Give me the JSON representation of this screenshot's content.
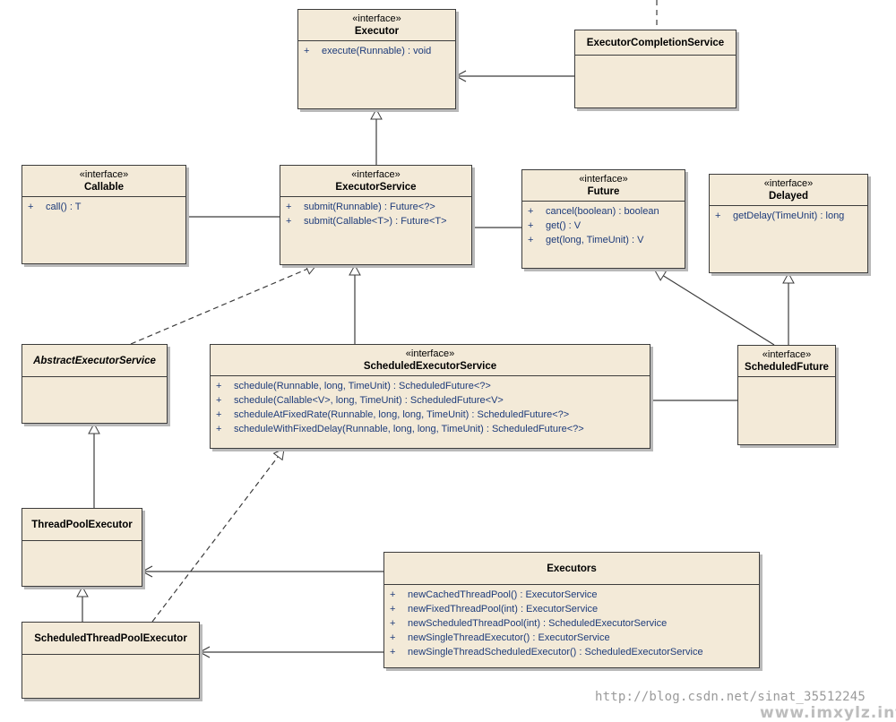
{
  "classes": {
    "executor": {
      "stereotype": "«interface»",
      "name": "Executor",
      "ops": [
        "execute(Runnable) : void"
      ]
    },
    "executor_completion_service": {
      "name": "ExecutorCompletionService",
      "ops": []
    },
    "callable": {
      "stereotype": "«interface»",
      "name": "Callable",
      "ops": [
        "call() : T"
      ]
    },
    "executor_service": {
      "stereotype": "«interface»",
      "name": "ExecutorService",
      "ops": [
        "submit(Runnable) : Future<?>",
        "submit(Callable<T>) : Future<T>"
      ]
    },
    "future": {
      "stereotype": "«interface»",
      "name": "Future",
      "ops": [
        "cancel(boolean) : boolean",
        "get() : V",
        "get(long, TimeUnit) : V"
      ]
    },
    "delayed": {
      "stereotype": "«interface»",
      "name": "Delayed",
      "ops": [
        "getDelay(TimeUnit) : long"
      ]
    },
    "abstract_executor_service": {
      "name": "AbstractExecutorService",
      "ops": []
    },
    "scheduled_executor_service": {
      "stereotype": "«interface»",
      "name": "ScheduledExecutorService",
      "ops": [
        "schedule(Runnable, long, TimeUnit) : ScheduledFuture<?>",
        "schedule(Callable<V>, long, TimeUnit) : ScheduledFuture<V>",
        "scheduleAtFixedRate(Runnable, long, long, TimeUnit) : ScheduledFuture<?>",
        "scheduleWithFixedDelay(Runnable, long, long, TimeUnit) : ScheduledFuture<?>"
      ]
    },
    "scheduled_future": {
      "stereotype": "«interface»",
      "name": "ScheduledFuture",
      "ops": []
    },
    "thread_pool_executor": {
      "name": "ThreadPoolExecutor",
      "ops": []
    },
    "scheduled_thread_pool_executor": {
      "name": "ScheduledThreadPoolExecutor",
      "ops": []
    },
    "executors": {
      "name": "Executors",
      "ops": [
        "newCachedThreadPool() : ExecutorService",
        "newFixedThreadPool(int) : ExecutorService",
        "newScheduledThreadPool(int) : ScheduledExecutorService",
        "newSingleThreadExecutor() : ExecutorService",
        "newSingleThreadScheduledExecutor() : ScheduledExecutorService"
      ]
    }
  },
  "visibility_symbol": "+",
  "watermark": {
    "url": "http://blog.csdn.net/sinat_35512245",
    "site": "www.imxylz.info"
  },
  "colors": {
    "class_fill": "#f3ead8",
    "border": "#3c3c3c",
    "operation_text": "#1d3b7a",
    "edge": "#3c3c3c"
  }
}
